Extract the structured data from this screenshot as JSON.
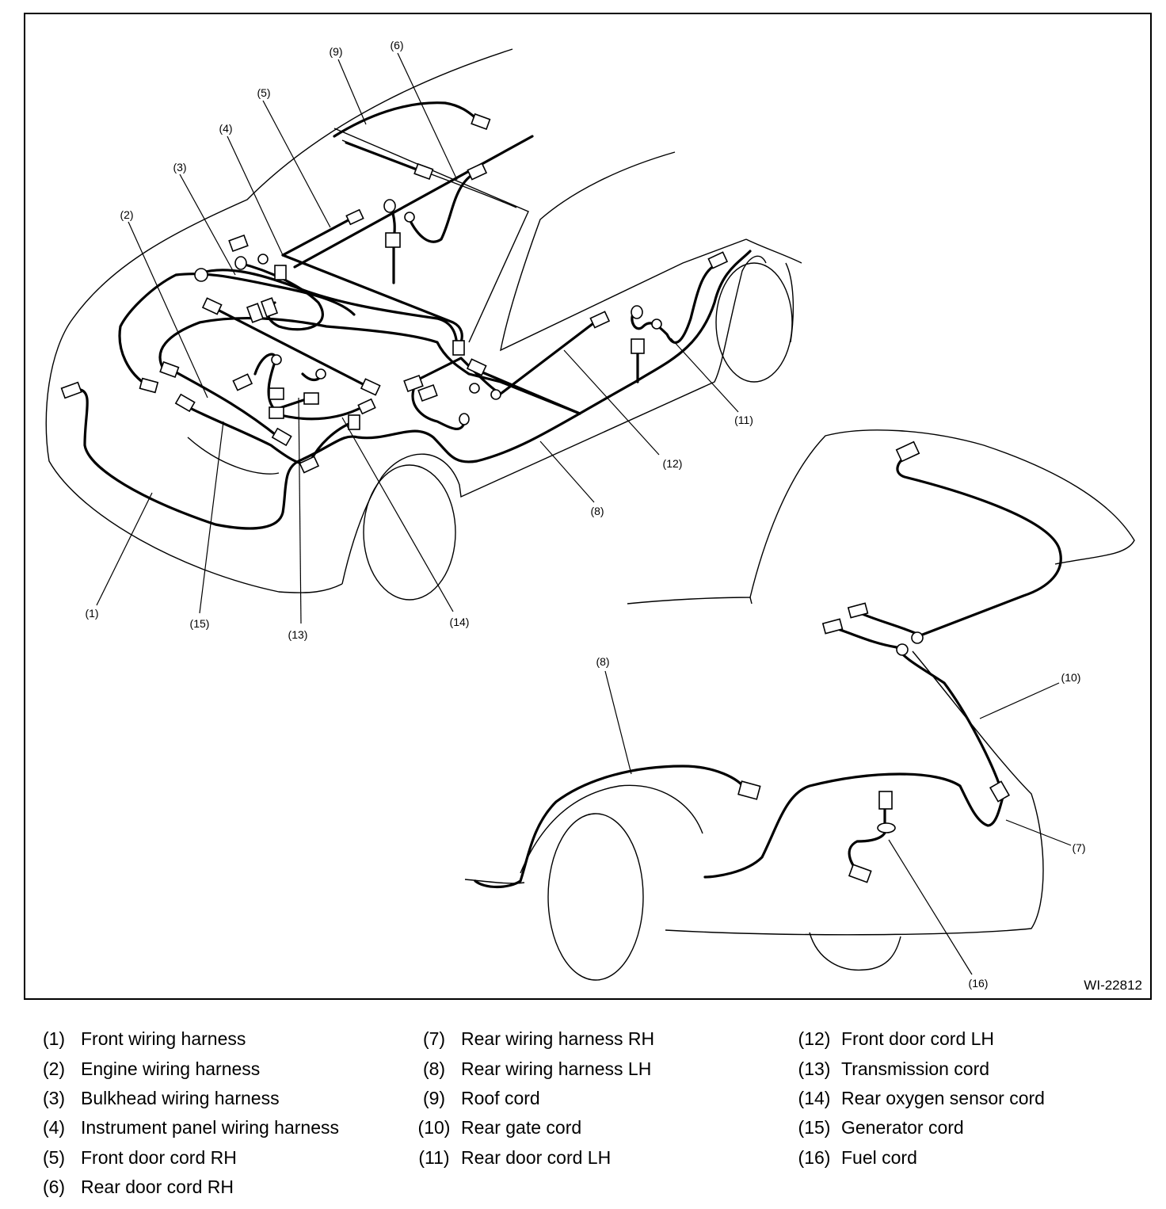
{
  "figure": {
    "id": "WI-22812",
    "callouts": [
      "(1)",
      "(2)",
      "(3)",
      "(4)",
      "(5)",
      "(6)",
      "(7)",
      "(8)",
      "(9)",
      "(10)",
      "(11)",
      "(12)",
      "(13)",
      "(14)",
      "(15)",
      "(16)",
      "(8)"
    ]
  },
  "legend": [
    {
      "num": "(1)",
      "label": "Front wiring harness"
    },
    {
      "num": "(2)",
      "label": "Engine wiring harness"
    },
    {
      "num": "(3)",
      "label": "Bulkhead wiring harness"
    },
    {
      "num": "(4)",
      "label": "Instrument panel wiring harness"
    },
    {
      "num": "(5)",
      "label": "Front door cord RH"
    },
    {
      "num": "(6)",
      "label": "Rear door cord RH"
    },
    {
      "num": "(7)",
      "label": "Rear wiring harness RH"
    },
    {
      "num": "(8)",
      "label": "Rear wiring harness LH"
    },
    {
      "num": "(9)",
      "label": "Roof cord"
    },
    {
      "num": "(10)",
      "label": "Rear gate cord"
    },
    {
      "num": "(11)",
      "label": "Rear door cord LH"
    },
    {
      "num": "(12)",
      "label": "Front door cord LH"
    },
    {
      "num": "(13)",
      "label": "Transmission cord"
    },
    {
      "num": "(14)",
      "label": "Rear oxygen sensor cord"
    },
    {
      "num": "(15)",
      "label": "Generator cord"
    },
    {
      "num": "(16)",
      "label": "Fuel cord"
    }
  ]
}
